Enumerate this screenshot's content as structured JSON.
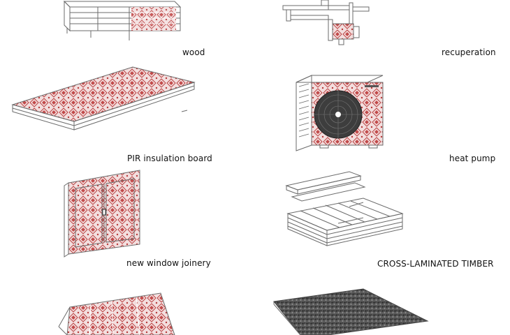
{
  "colors": {
    "pattern_fill": "#f3dede",
    "pattern_red": "#b83a3a",
    "outline": "#6b6b6b",
    "fan_dark": "#3d3d3d",
    "gravel": "#4a4a4a"
  },
  "items": [
    {
      "label": "wood"
    },
    {
      "label": "recuperation"
    },
    {
      "label": "PIR insulation board"
    },
    {
      "label": "heat pump"
    },
    {
      "label": "new window joinery"
    },
    {
      "label": "CROSS-LAMINATED TIMBER"
    },
    {
      "label": ""
    },
    {
      "label": ""
    }
  ]
}
